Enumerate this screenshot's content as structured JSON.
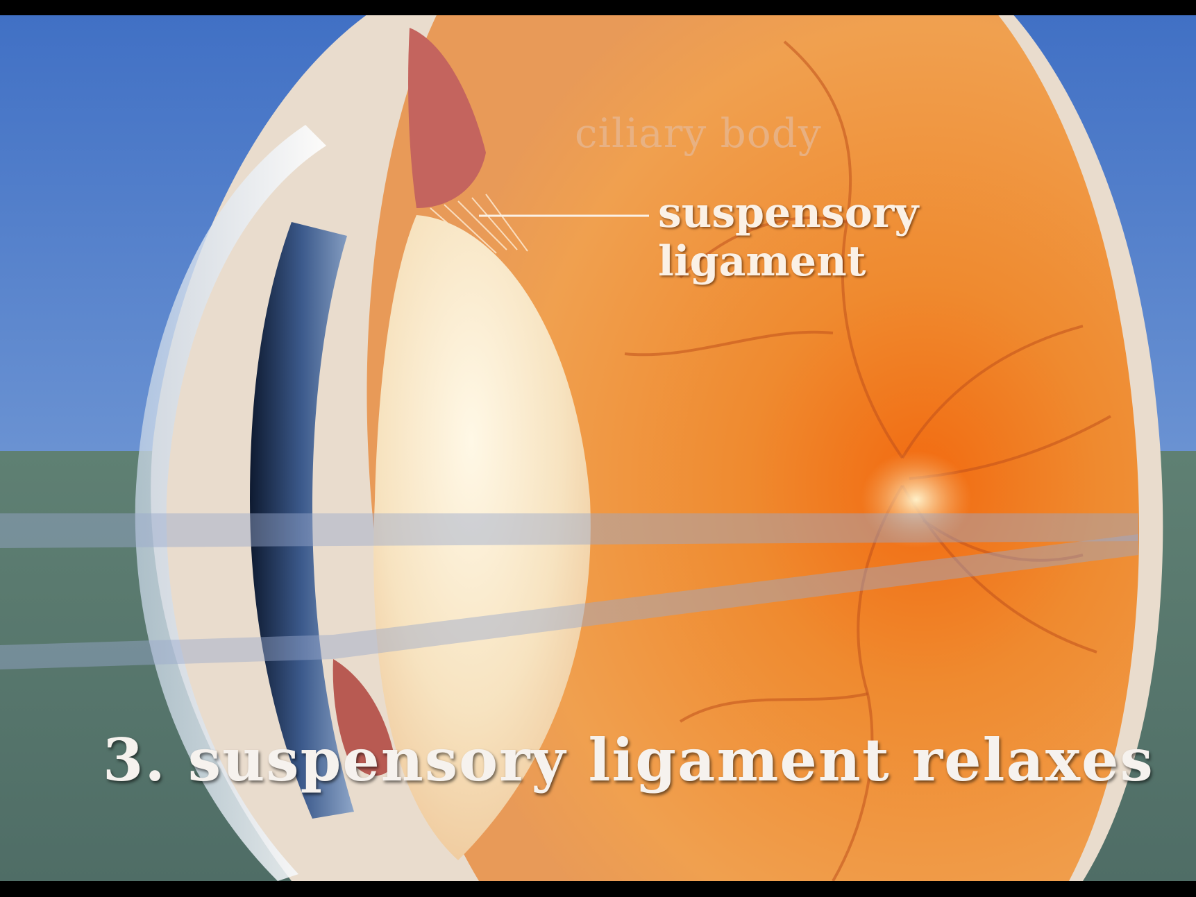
{
  "labels": {
    "ciliary_body": "ciliary body",
    "suspensory_ligament_line1": "suspensory",
    "suspensory_ligament_line2": "ligament",
    "caption": "3. suspensory ligament relaxes"
  },
  "colors": {
    "sky": "#4a78c8",
    "ground": "#5c7c70",
    "retina": "#ee8a2c",
    "lens": "#f6e7c7",
    "iris": "#2e4a78",
    "ciliary_body": "#c4645e",
    "letterbox": "#000000"
  }
}
